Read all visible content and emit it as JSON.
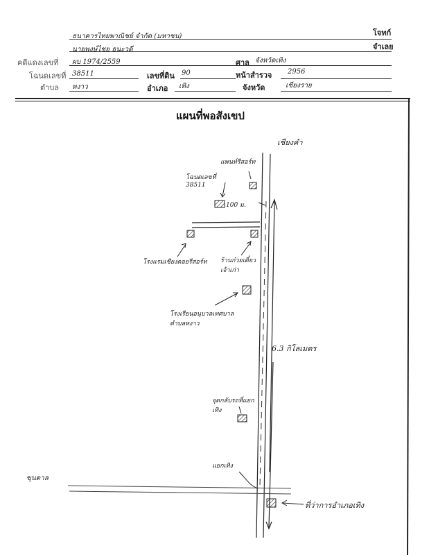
{
  "header": {
    "plaintiff_label": "โจทก์",
    "defendant_label": "จำเลย",
    "plaintiff": "ธนาคารไทยพาณิชย์ จำกัด (มหาชน)",
    "defendant": "นายพงษ์ไชย ธนะวดี",
    "red_case_label": "คดีแดงเลขที่",
    "red_case": "ผบ 1974/2559",
    "court_label": "ศาล",
    "court": "จังหวัดเทิง",
    "deed_label": "โฉนดเลขที่",
    "deed": "38511",
    "land_no_label": "เลขที่ดิน",
    "land_no": "90",
    "survey_label": "หน้าสำรวจ",
    "survey": "2956",
    "tambon_label": "ตำบล",
    "tambon": "หงาว",
    "amphoe_label": "อำเภอ",
    "amphoe": "เทิง",
    "province_label": "จังหวัด",
    "province": "เชียงราย"
  },
  "map": {
    "title": "แผนที่พอสังเขป",
    "labels": {
      "north": "เชียงคำ",
      "deed_plot": "โฉนดเลขที่ 38511",
      "resort": "แพนท์รีสอร์ท",
      "distance_short": "100 ม.",
      "hotel": "โรงแรมเชียงดอยรีสอร์ท",
      "noodle_shop": "ร้านก๋วยเตี๋ยวเจ้าเก่า",
      "school": "โรงเรียนอนุบาลเทศบาลตำบลหงาว",
      "distance_long": "6.3 กิโลเมตร",
      "market": "จุดกลับรถที่แยกเทิง",
      "junction": "แยกเทิง",
      "west": "ขุนตาล",
      "district_office": "ที่ว่าการอำเภอเทิง"
    }
  }
}
